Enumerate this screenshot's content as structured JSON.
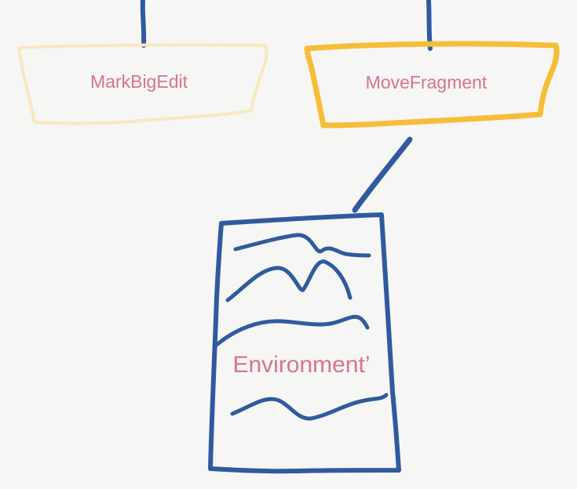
{
  "nodes": {
    "mark_big_edit": {
      "label": "MarkBigEdit",
      "stroke": "#f9e7bf",
      "text_color": "#d8738d"
    },
    "move_fragment": {
      "label": "MoveFragment",
      "stroke": "#f6bd37",
      "text_color": "#d8738d"
    },
    "environment": {
      "label": "Environment’",
      "stroke": "#2f5b9e",
      "text_color": "#d8738d"
    }
  },
  "edge_color": "#2f5b9e",
  "background": "#f6f6f5"
}
